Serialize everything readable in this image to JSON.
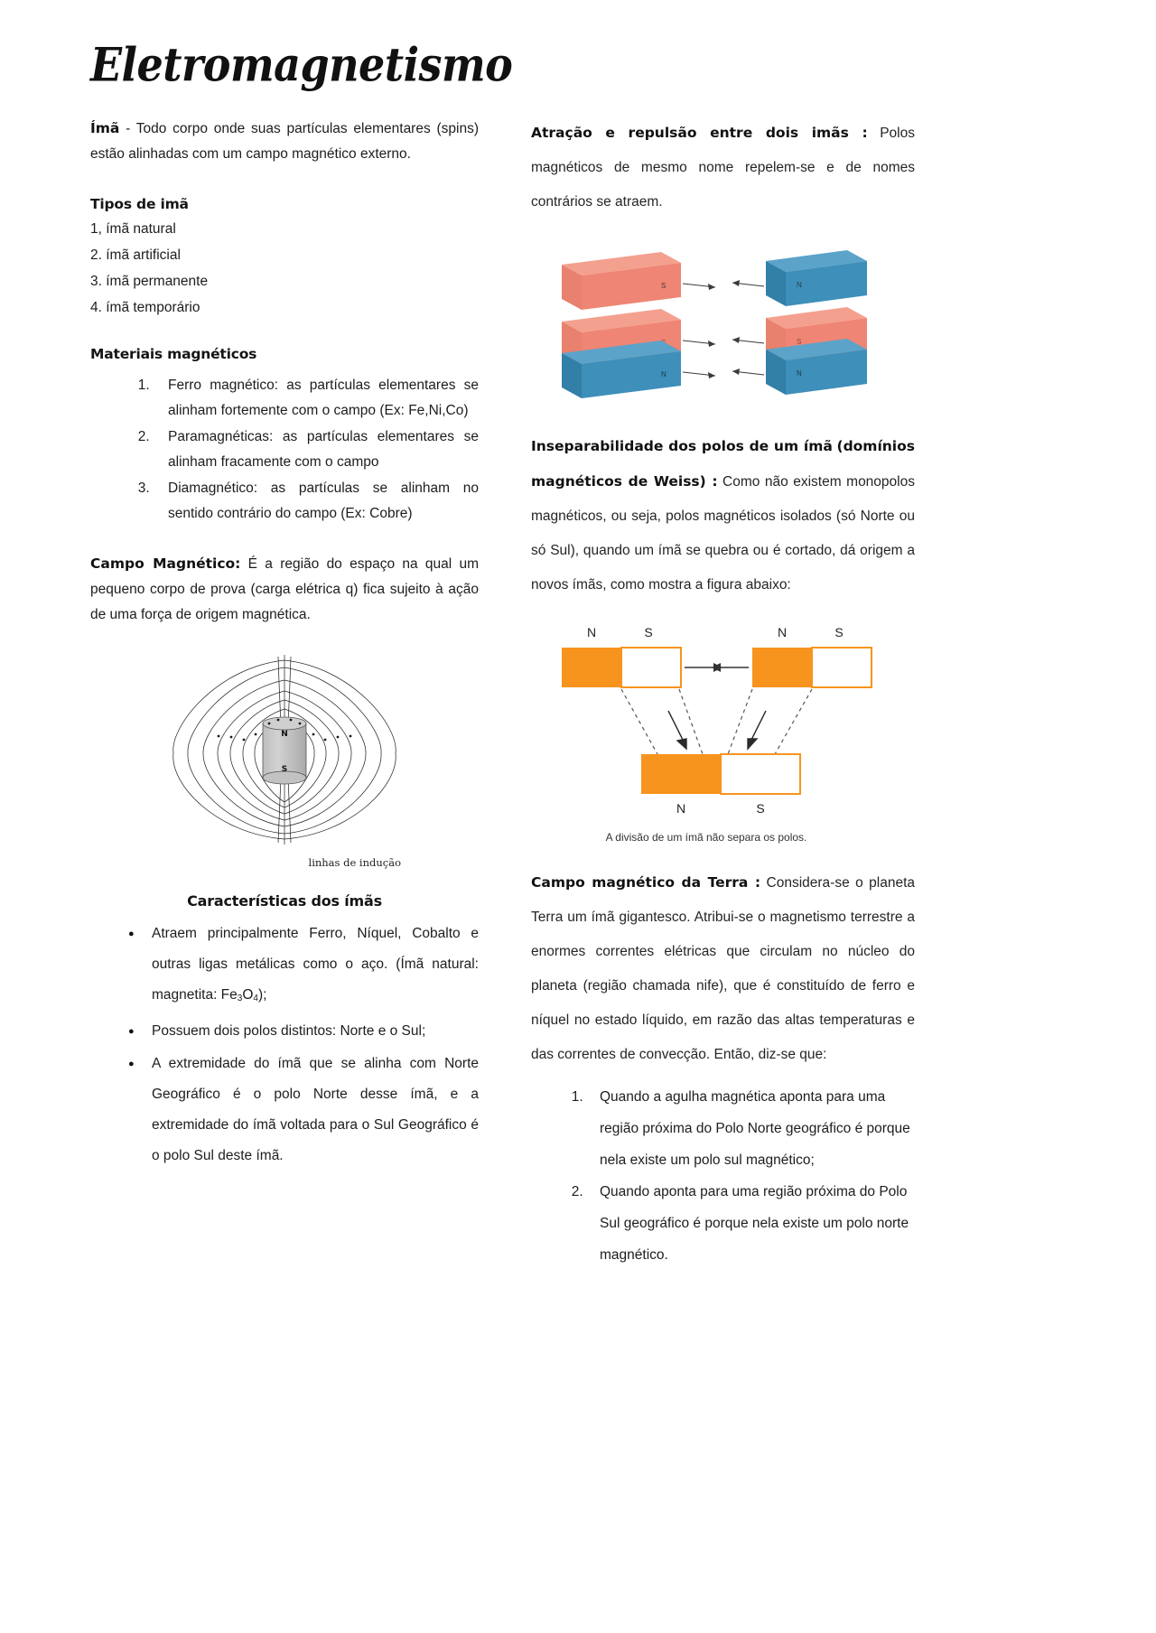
{
  "document": {
    "title": "Eletromagnetismo"
  },
  "left": {
    "ima_def_label": "Ímã",
    "ima_def_text": " - Todo corpo onde suas partículas elementares (spins) estão alinhadas com um campo magnético externo.",
    "tipos_heading": "Tipos de imã",
    "tipos_items": [
      "1, ímã natural",
      "2. ímã artificial",
      "3. ímã permanente",
      "4. ímã temporário"
    ],
    "materiais_heading": "Materiais magnéticos",
    "materiais_items": [
      "Ferro magnético: as partículas elementares se alinham fortemente com o campo (Ex: Fe,Ni,Co)",
      "Paramagnéticas: as partículas elementares se alinham fracamente com o campo",
      "Diamagnético: as partículas se alinham no sentido contrário do campo (Ex: Cobre)"
    ],
    "campo_label": "Campo Magnético:",
    "campo_text": " É a região do espaço na qual um pequeno corpo de prova (carga elétrica q) fica sujeito à ação de uma força de origem magnética.",
    "field_figure": {
      "pole_north": "N",
      "pole_south": "S",
      "caption": "linhas de indução"
    },
    "caract_heading": "Características dos ímãs",
    "caract_items": [
      "Atraem principalmente Ferro, Níquel, Cobalto e outras ligas metálicas como o aço. (Ímã natural: magnetita: Fe3O4);",
      "Possuem dois polos distintos: Norte e o Sul;",
      "A extremidade do ímã que se alinha com Norte Geográfico é o polo Norte desse ímã, e a extremidade do ímã voltada para o Sul Geográfico é o polo Sul deste ímã."
    ],
    "caract_item1_parts": {
      "before": "Atraem principalmente Ferro, Níquel, Cobalto e outras ligas metálicas como o aço. (Ímã natural: magnetita: Fe",
      "sub": "3",
      "mid": "O",
      "sub2": "4",
      "after": ");"
    }
  },
  "right": {
    "atracao_label": "Atração e repulsão entre dois imãs :",
    "atracao_text": " Polos magnéticos de mesmo nome repelem-se e de nomes contrários se atraem.",
    "bars_figure": {
      "rows": [
        {
          "left_color": "#ef8574",
          "left_pole": "S",
          "right_color": "#3e8fba",
          "right_pole": "N"
        },
        {
          "left_color": "#ef8574",
          "left_pole": "S",
          "right_color": "#ef8574",
          "right_pole": "S"
        },
        {
          "left_color": "#3e8fba",
          "left_pole": "N",
          "right_color": "#3e8fba",
          "right_pole": "N"
        }
      ]
    },
    "insep_label_line1": "Inseparabilidade dos polos de um ímã",
    "insep_label_line2": "(domínios magnéticos de Weiss) :",
    "insep_text": " Como não existem monopolos magnéticos, ou seja, polos magnéticos isolados (só Norte ou só Sul), quando um ímã se quebra ou é cortado, dá origem a novos ímãs, como mostra a figura abaixo:",
    "split_figure": {
      "accent_color": "#f7941e",
      "top_left_labels": [
        "N",
        "S"
      ],
      "top_right_labels": [
        "N",
        "S"
      ],
      "bottom_labels": [
        "N",
        "S"
      ],
      "caption": "A divisão de um ímã não separa os polos."
    },
    "terra_label": "Campo magnético da Terra :",
    "terra_text": " Considera-se o planeta Terra um ímã gigantesco. Atribui-se o magnetismo terrestre a enormes correntes elétricas que circulam no núcleo do planeta (região chamada nife), que é constituído de ferro e níquel no estado líquido, em razão das altas temperaturas e das correntes de convecção. Então, diz-se que:",
    "terra_items": [
      "Quando a agulha magnética aponta para uma região próxima do Polo Norte geográfico é porque nela existe um polo sul magnético;",
      "Quando aponta para uma região próxima do Polo Sul geográfico é porque nela existe um polo norte magnético."
    ]
  }
}
